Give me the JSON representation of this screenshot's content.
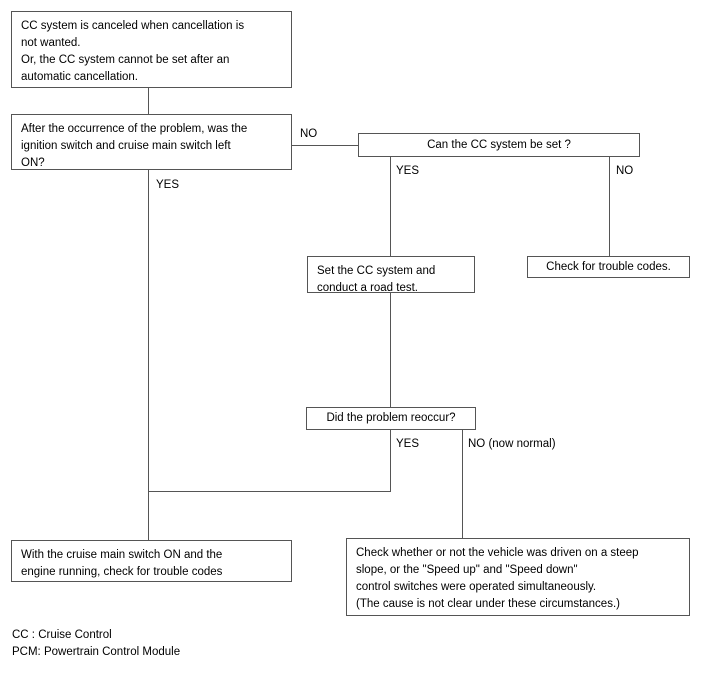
{
  "diagram": {
    "title": "CC system cancellation troubleshooting flowchart",
    "line_color": "#555555",
    "background": "#ffffff",
    "text_color": "#000000"
  },
  "nodes": {
    "problem_statement": "CC system is canceled when cancellation is\nnot wanted.\nOr, the CC system cannot be set after an\nautomatic cancellation.",
    "question_ignition": "After the occurrence of the problem, was the\nignition switch and cruise main switch left\nON?",
    "question_can_set": "Can the CC system be set ?",
    "action_set_and_road_test": "Set the CC system and\nconduct a road test.",
    "action_check_trouble_codes": "Check for trouble codes.",
    "question_reoccur": "Did the problem reoccur?",
    "action_cruise_switch_on": "With the cruise main switch ON and the\nengine running, check for trouble codes",
    "action_check_steep_slope": "Check whether or not the vehicle was driven on a steep\nslope, or the \"Speed up\" and \"Speed down\"\n control switches were operated simultaneously.\n(The cause is not clear under these circumstances.)"
  },
  "edge_labels": {
    "ignition_no": "NO",
    "ignition_yes": "YES",
    "can_set_yes": "YES",
    "can_set_no": "NO",
    "reoccur_yes": "YES",
    "reoccur_no": "NO (now normal)"
  },
  "legend": {
    "line1": "CC : Cruise Control",
    "line2": "PCM: Powertrain Control Module"
  }
}
